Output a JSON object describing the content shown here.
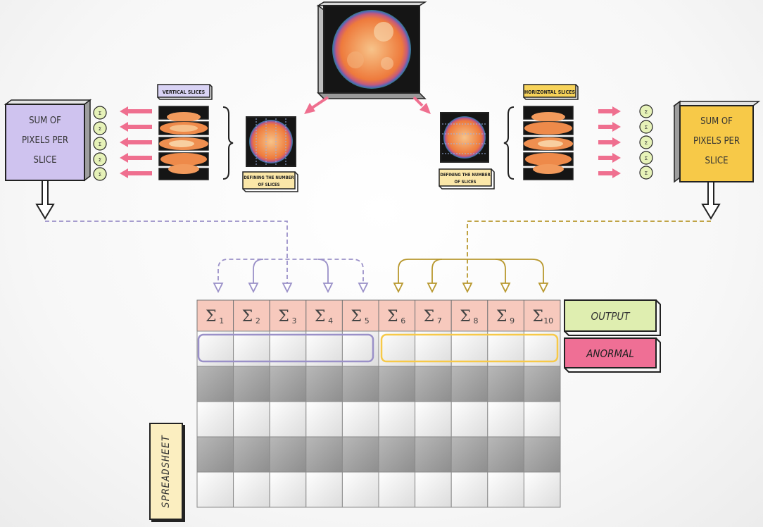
{
  "labels": {
    "vertical_slices": "VERTICAL SLICES",
    "horizontal_slices": "HORIZONTAL SLICES",
    "defining_left_line1": "DEFINING THE NUMBER",
    "defining_left_line2": "OF SLICES",
    "defining_right_line1": "DEFINING THE NUMBER",
    "defining_right_line2": "OF SLICES",
    "sum_left": [
      "SUM OF",
      "PIXELS PER",
      "SLICE"
    ],
    "sum_right": [
      "SUM OF",
      "PIXELS PER",
      "SLICE"
    ],
    "output": "OUTPUT",
    "anormal": "ANORMAL",
    "spreadsheet": "SPREADSHEET",
    "mini_sum_symbol": "Σ"
  },
  "table": {
    "headers": [
      {
        "symbol": "Σ",
        "sub": "1"
      },
      {
        "symbol": "Σ",
        "sub": "2"
      },
      {
        "symbol": "Σ",
        "sub": "3"
      },
      {
        "symbol": "Σ",
        "sub": "4"
      },
      {
        "symbol": "Σ",
        "sub": "5"
      },
      {
        "symbol": "Σ",
        "sub": "6"
      },
      {
        "symbol": "Σ",
        "sub": "7"
      },
      {
        "symbol": "Σ",
        "sub": "8"
      },
      {
        "symbol": "Σ",
        "sub": "9"
      },
      {
        "symbol": "Σ",
        "sub": "10"
      }
    ],
    "body_rows": 5
  },
  "colors": {
    "purple_box": "#cfc3ef",
    "yellow_box": "#f7c948",
    "label_yellow": "#fbe7a8",
    "label_purple": "#d9d3f5",
    "pink_arrow": "#ef6f8f",
    "circle_fill": "#e6f2b8",
    "header_fill": "#f7c9bd",
    "output_fill": "#dfeeb0",
    "anormal_fill": "#ef6f95",
    "purple_line": "#9a90c8",
    "gold_line": "#b8982e"
  }
}
